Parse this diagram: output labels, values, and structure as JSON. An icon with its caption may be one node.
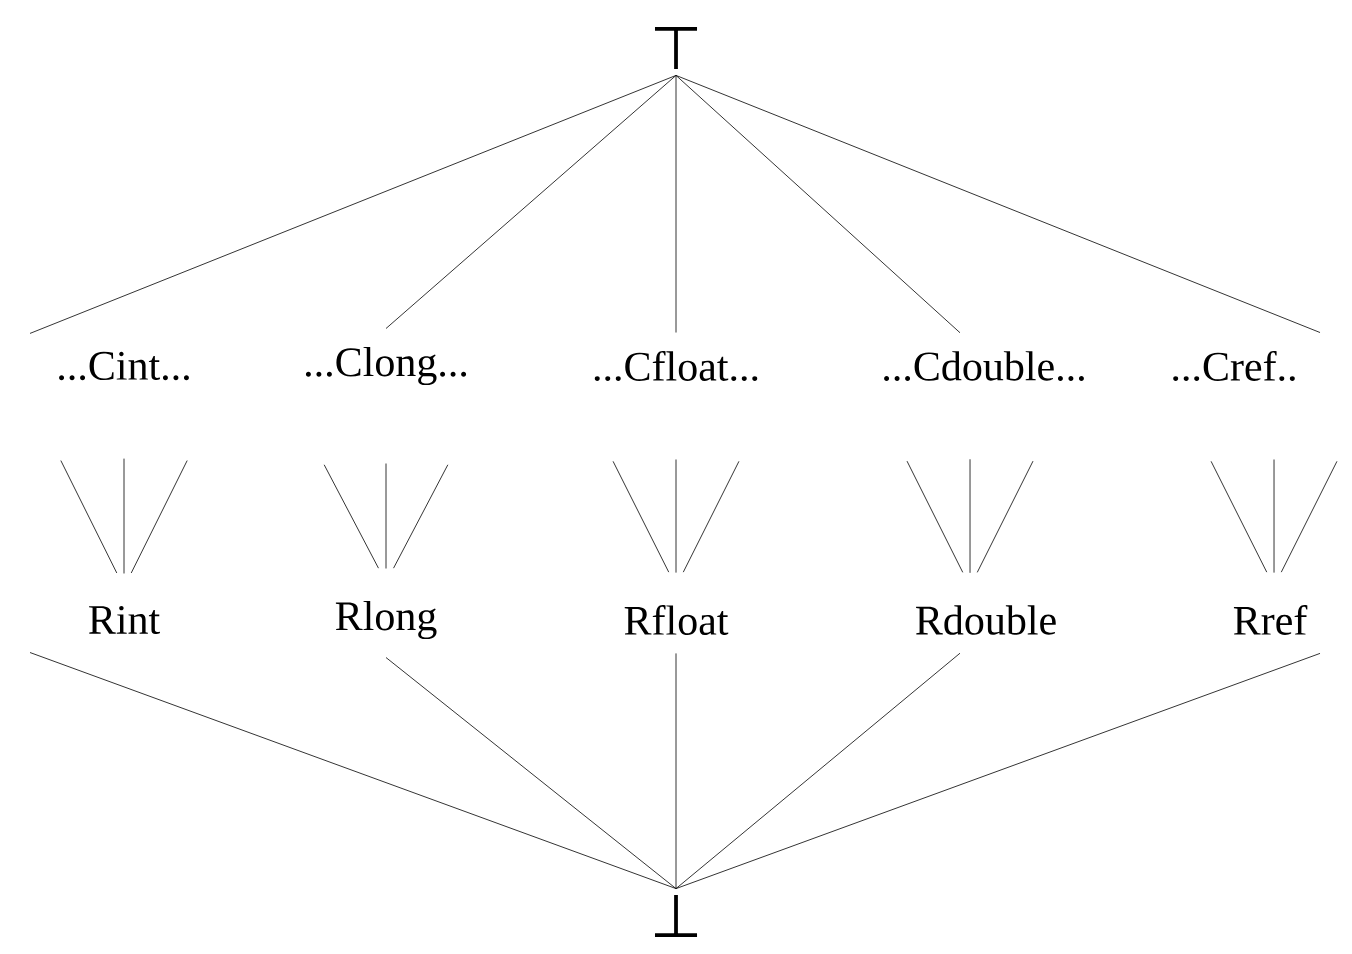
{
  "diagram": {
    "nodes": [
      {
        "text": [
          "⊤"
        ]
      },
      {
        "text": [
          "...Cint..."
        ]
      },
      {
        "text": [
          "...Clong..."
        ]
      },
      {
        "text": [
          "...Cfloat..."
        ]
      },
      {
        "text": [
          "...Cdouble..."
        ]
      },
      {
        "text": [
          "...Cref.."
        ]
      },
      {
        "text": [
          "Rint"
        ]
      },
      {
        "text": [
          "Rlong"
        ]
      },
      {
        "text": [
          "Rfloat"
        ]
      },
      {
        "text": [
          "Rdouble"
        ]
      },
      {
        "text": [
          "Rref"
        ]
      },
      {
        "text": [
          "⊥"
        ]
      }
    ],
    "edges": [
      {
        "from": 0,
        "to": 1,
        "arrow": "none"
      },
      {
        "from": 0,
        "to": 2,
        "arrow": "none"
      },
      {
        "from": 0,
        "to": 3,
        "arrow": "none"
      },
      {
        "from": 0,
        "to": 4,
        "arrow": "none"
      },
      {
        "from": 0,
        "to": 5,
        "arrow": "none"
      },
      {
        "from": 1,
        "to": 6,
        "arrow": "none"
      },
      {
        "from": 1,
        "to": 6,
        "arrow": "none"
      },
      {
        "from": 1,
        "to": 6,
        "arrow": "none"
      },
      {
        "from": 2,
        "to": 7,
        "arrow": "none"
      },
      {
        "from": 2,
        "to": 7,
        "arrow": "none"
      },
      {
        "from": 2,
        "to": 7,
        "arrow": "none"
      },
      {
        "from": 3,
        "to": 8,
        "arrow": "none"
      },
      {
        "from": 3,
        "to": 8,
        "arrow": "none"
      },
      {
        "from": 3,
        "to": 8,
        "arrow": "none"
      },
      {
        "from": 4,
        "to": 9,
        "arrow": "none"
      },
      {
        "from": 4,
        "to": 9,
        "arrow": "none"
      },
      {
        "from": 4,
        "to": 9,
        "arrow": "none"
      },
      {
        "from": 5,
        "to": 10,
        "arrow": "none"
      },
      {
        "from": 5,
        "to": 10,
        "arrow": "none"
      },
      {
        "from": 5,
        "to": 10,
        "arrow": "none"
      },
      {
        "from": 6,
        "to": 11,
        "arrow": "none"
      },
      {
        "from": 7,
        "to": 11,
        "arrow": "none"
      },
      {
        "from": 8,
        "to": 11,
        "arrow": "none"
      },
      {
        "from": 9,
        "to": 11,
        "arrow": "none"
      },
      {
        "from": 10,
        "to": 11,
        "arrow": "none"
      }
    ]
  }
}
